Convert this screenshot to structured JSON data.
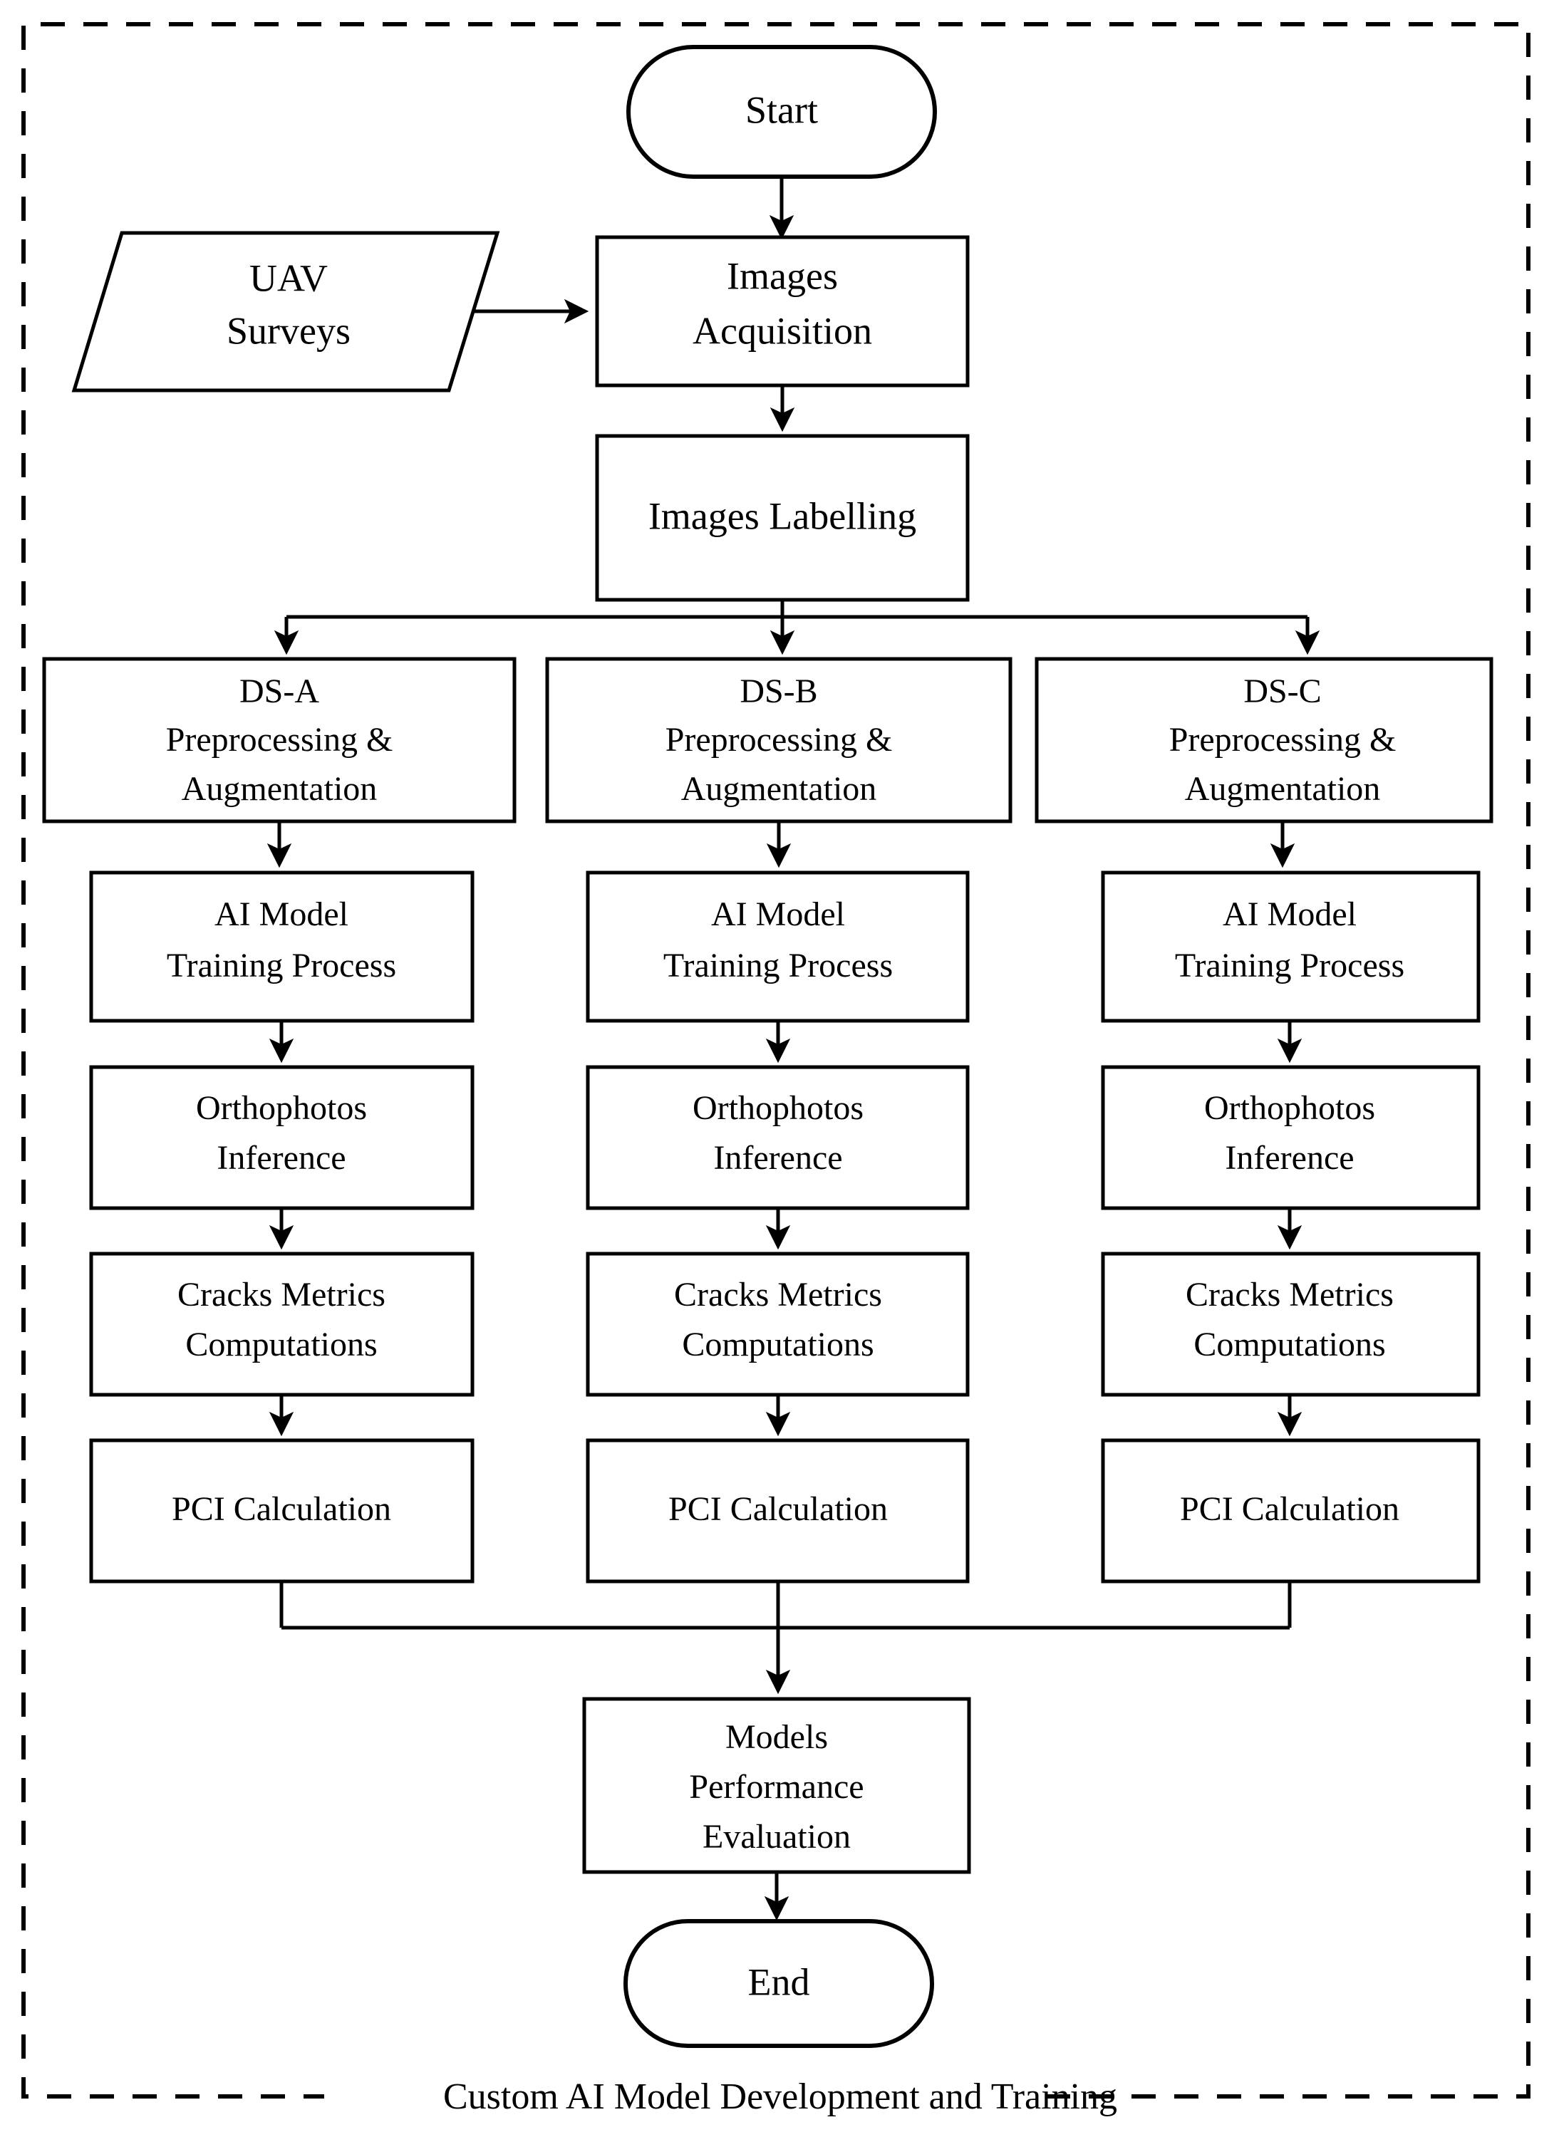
{
  "diagram": {
    "title_caption": "Custom AI Model Development and Training",
    "frame": {
      "style": "dashed",
      "color": "#000000"
    },
    "nodes": {
      "start": {
        "label": "Start",
        "shape": "terminator"
      },
      "uav": {
        "label_line1": "UAV",
        "label_line2": "Surveys",
        "shape": "parallelogram"
      },
      "acquisition": {
        "label_line1": "Images",
        "label_line2": "Acquisition",
        "shape": "process"
      },
      "labelling": {
        "label": "Images Labelling",
        "shape": "process"
      },
      "models_eval": {
        "label_line1": "Models",
        "label_line2": "Performance",
        "label_line3": "Evaluation",
        "shape": "process"
      },
      "end": {
        "label": "End",
        "shape": "terminator"
      }
    },
    "columns": [
      {
        "id": "ds-a",
        "dataset_label": "DS-A",
        "preprocess_line1": "Preprocessing &",
        "preprocess_line2": "Augmentation",
        "steps": [
          {
            "line1": "AI Model",
            "line2": "Training Process"
          },
          {
            "line1": "Orthophotos",
            "line2": "Inference"
          },
          {
            "line1": "Cracks Metrics",
            "line2": "Computations"
          },
          {
            "line1": "PCI Calculation",
            "line2": ""
          }
        ]
      },
      {
        "id": "ds-b",
        "dataset_label": "DS-B",
        "preprocess_line1": "Preprocessing &",
        "preprocess_line2": "Augmentation",
        "steps": [
          {
            "line1": "AI Model",
            "line2": "Training Process"
          },
          {
            "line1": "Orthophotos",
            "line2": "Inference"
          },
          {
            "line1": "Cracks Metrics",
            "line2": "Computations"
          },
          {
            "line1": "PCI Calculation",
            "line2": ""
          }
        ]
      },
      {
        "id": "ds-c",
        "dataset_label": "DS-C",
        "preprocess_line1": "Preprocessing &",
        "preprocess_line2": "Augmentation",
        "steps": [
          {
            "line1": "AI Model",
            "line2": "Training Process"
          },
          {
            "line1": "Orthophotos",
            "line2": "Inference"
          },
          {
            "line1": "Cracks Metrics",
            "line2": "Computations"
          },
          {
            "line1": "PCI Calculation",
            "line2": ""
          }
        ]
      }
    ]
  }
}
